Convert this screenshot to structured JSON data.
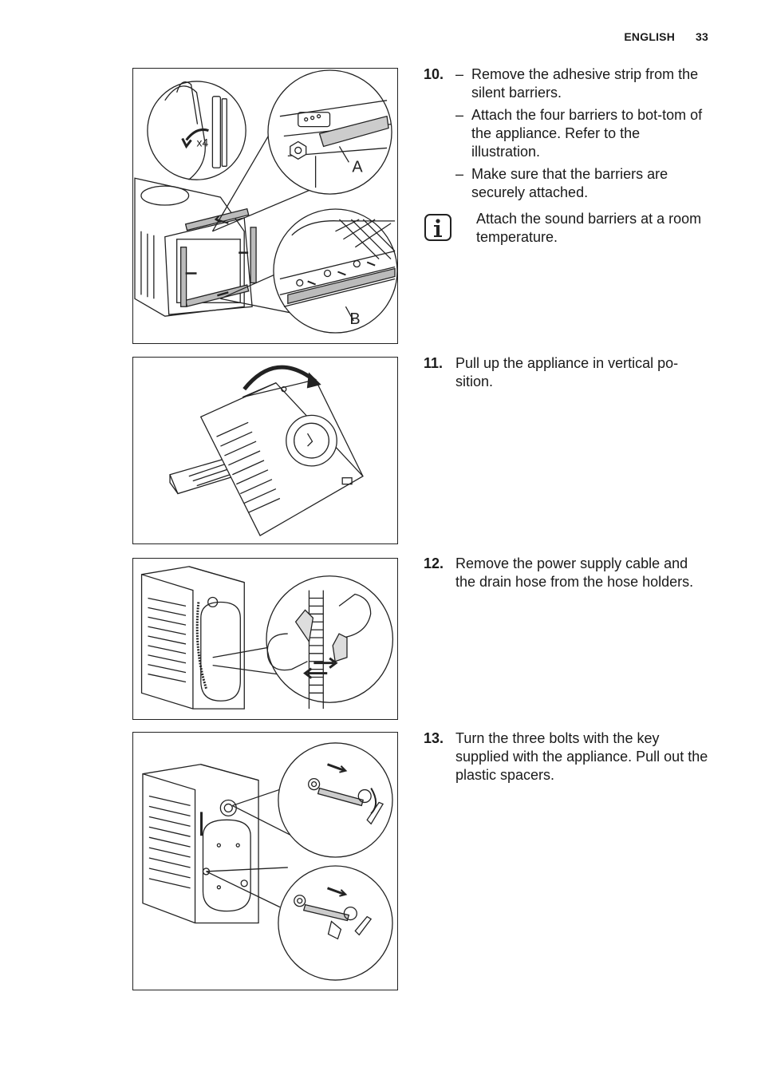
{
  "header": {
    "language": "ENGLISH",
    "page_number": "33"
  },
  "figures": {
    "fig1": {
      "label_a": "A",
      "label_b": "B",
      "label_x4": "x4"
    }
  },
  "steps": [
    {
      "number": "10.",
      "items": [
        "Remove the adhesive strip from the silent barriers.",
        "Attach the four barriers to bot-tom of the appliance. Refer to the illustration.",
        "Make sure that the barriers are securely attached."
      ],
      "dash": "–"
    },
    {
      "number": "11.",
      "text": "Pull up the appliance in vertical po-sition."
    },
    {
      "number": "12.",
      "text": "Remove the power supply cable and the drain hose from the hose holders."
    },
    {
      "number": "13.",
      "text": "Turn the three bolts with the key supplied with the appliance. Pull out the plastic spacers."
    }
  ],
  "info_note": {
    "icon": "info-icon",
    "text": "Attach the sound barriers at a room temperature."
  }
}
